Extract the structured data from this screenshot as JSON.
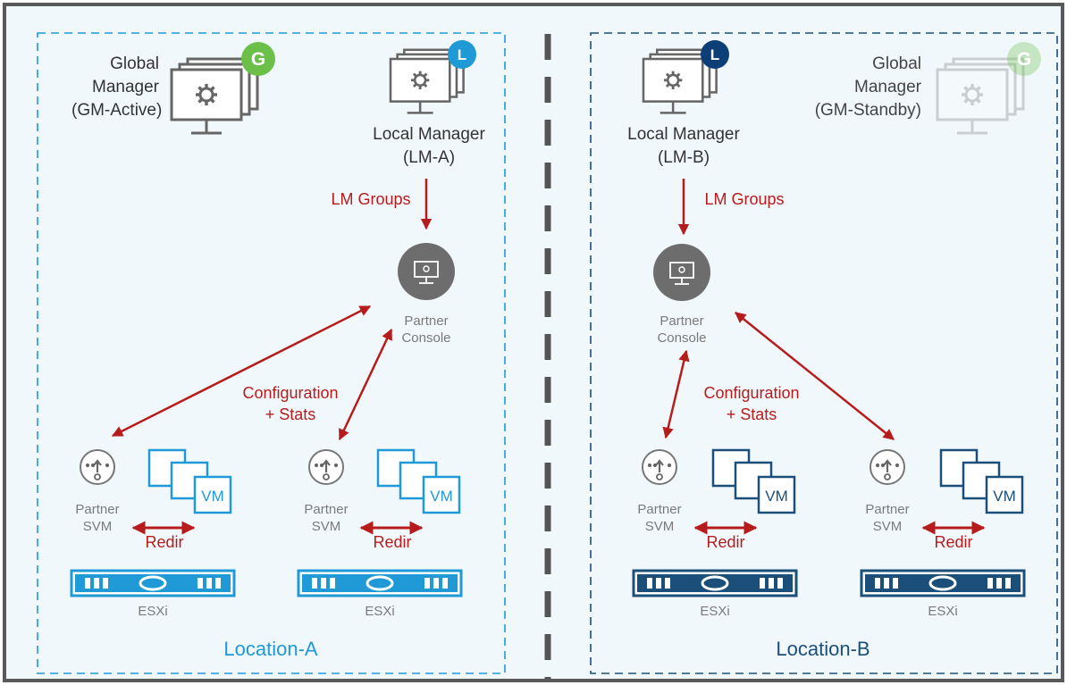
{
  "colors": {
    "frame": "#595959",
    "panel_bg": "#f1f8fc",
    "location_a": "#1f9ad6",
    "location_b": "#1b4f7a",
    "arrow": "#b71c1c",
    "global_badge": "#6cc04a",
    "local_badge_a": "#1f9ad6",
    "local_badge_b": "#0c3e78",
    "console_circle": "#6d6d6d",
    "divider": "#555555"
  },
  "location_a": {
    "label": "Location-A",
    "global_manager": {
      "badge": "G",
      "lines": [
        "Global",
        "Manager",
        "(GM-Active)"
      ]
    },
    "local_manager": {
      "badge": "L",
      "lines": [
        "Local Manager",
        "(LM-A)"
      ]
    },
    "lm_groups": "LM Groups",
    "partner_console": [
      "Partner",
      "Console"
    ],
    "config_stats": [
      "Configuration",
      "+ Stats"
    ],
    "hosts": [
      {
        "svm": [
          "Partner",
          "SVM"
        ],
        "vm": "VM",
        "redir": "Redir",
        "esxi": "ESXi"
      },
      {
        "svm": [
          "Partner",
          "SVM"
        ],
        "vm": "VM",
        "redir": "Redir",
        "esxi": "ESXi"
      }
    ]
  },
  "location_b": {
    "label": "Location-B",
    "global_manager": {
      "badge": "G",
      "lines": [
        "Global",
        "Manager",
        "(GM-Standby)"
      ]
    },
    "local_manager": {
      "badge": "L",
      "lines": [
        "Local Manager",
        "(LM-B)"
      ]
    },
    "lm_groups": "LM Groups",
    "partner_console": [
      "Partner",
      "Console"
    ],
    "config_stats": [
      "Configuration",
      "+ Stats"
    ],
    "hosts": [
      {
        "svm": [
          "Partner",
          "SVM"
        ],
        "vm": "VM",
        "redir": "Redir",
        "esxi": "ESXi"
      },
      {
        "svm": [
          "Partner",
          "SVM"
        ],
        "vm": "VM",
        "redir": "Redir",
        "esxi": "ESXi"
      }
    ]
  },
  "icons": [
    "monitor-icon",
    "gear-icon",
    "svm-icon",
    "vm-icon",
    "esxi-server-icon",
    "arrow-icon"
  ]
}
